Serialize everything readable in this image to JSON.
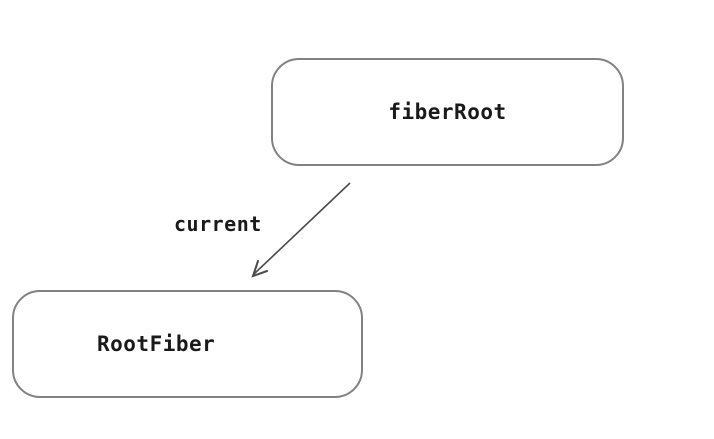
{
  "diagram": {
    "title": "fiberRoot / RootFiber relationship diagram",
    "colors": {
      "background": "#ffffff",
      "stroke_color": "#828282",
      "arrow_color": "#4a4a4a",
      "text_color": "#1a1a1a"
    },
    "nodes": [
      {
        "id": "fiberRoot",
        "label": "fiberRoot",
        "shape": "rounded-rectangle"
      },
      {
        "id": "RootFiber",
        "label": "RootFiber",
        "shape": "rounded-rectangle"
      }
    ],
    "edges": [
      {
        "from": "fiberRoot",
        "to": "RootFiber",
        "label": "current",
        "style": "arrow"
      }
    ]
  }
}
